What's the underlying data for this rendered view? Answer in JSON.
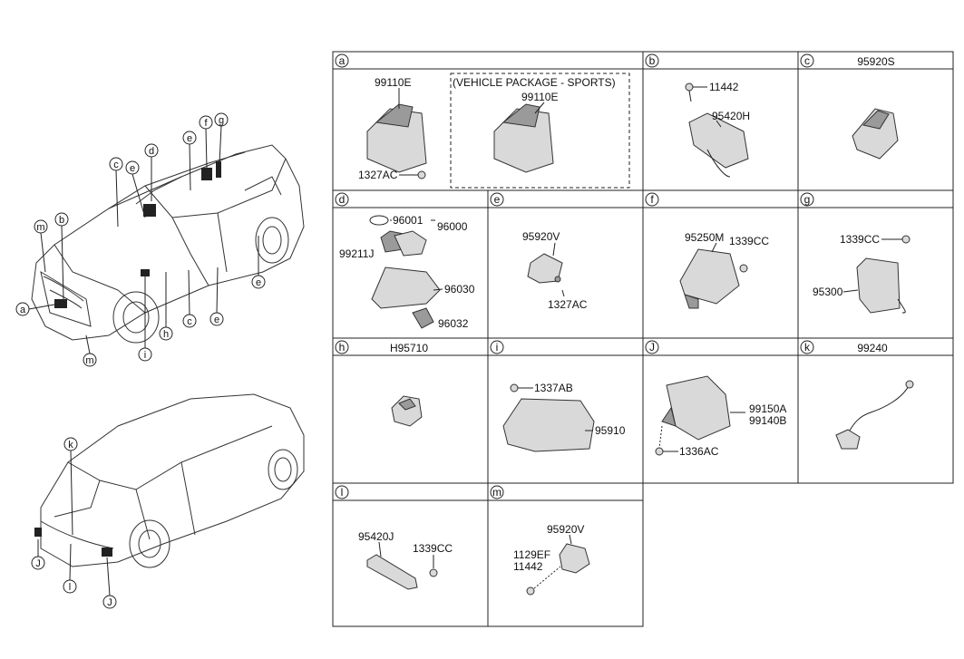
{
  "callouts_front": [
    "c",
    "e",
    "d",
    "e",
    "f",
    "g",
    "m",
    "b",
    "a",
    "m",
    "i",
    "h",
    "c",
    "e",
    "e"
  ],
  "callouts_rear": [
    "k",
    "J",
    "l",
    "J"
  ],
  "panels": [
    {
      "id": "a",
      "title": "",
      "labels": [
        "99110E",
        "(VEHICLE PACKAGE - SPORTS)",
        "99110E",
        "1327AC"
      ]
    },
    {
      "id": "b",
      "title": "",
      "labels": [
        "11442",
        "95420H"
      ]
    },
    {
      "id": "c",
      "title": "95920S",
      "labels": []
    },
    {
      "id": "d",
      "title": "",
      "labels": [
        "96001",
        "96000",
        "99211J",
        "96030",
        "96032"
      ]
    },
    {
      "id": "e",
      "title": "",
      "labels": [
        "95920V",
        "1327AC"
      ]
    },
    {
      "id": "f",
      "title": "",
      "labels": [
        "95250M",
        "1339CC"
      ]
    },
    {
      "id": "g",
      "title": "",
      "labels": [
        "1339CC",
        "95300"
      ]
    },
    {
      "id": "h",
      "title": "H95710",
      "labels": []
    },
    {
      "id": "i",
      "title": "",
      "labels": [
        "1337AB",
        "95910"
      ]
    },
    {
      "id": "J",
      "title": "",
      "labels": [
        "99150A",
        "99140B",
        "1336AC"
      ]
    },
    {
      "id": "k",
      "title": "99240",
      "labels": []
    },
    {
      "id": "l",
      "title": "",
      "labels": [
        "95420J",
        "1339CC"
      ]
    },
    {
      "id": "m",
      "title": "",
      "labels": [
        "95920V",
        "1129EF",
        "11442"
      ]
    }
  ]
}
